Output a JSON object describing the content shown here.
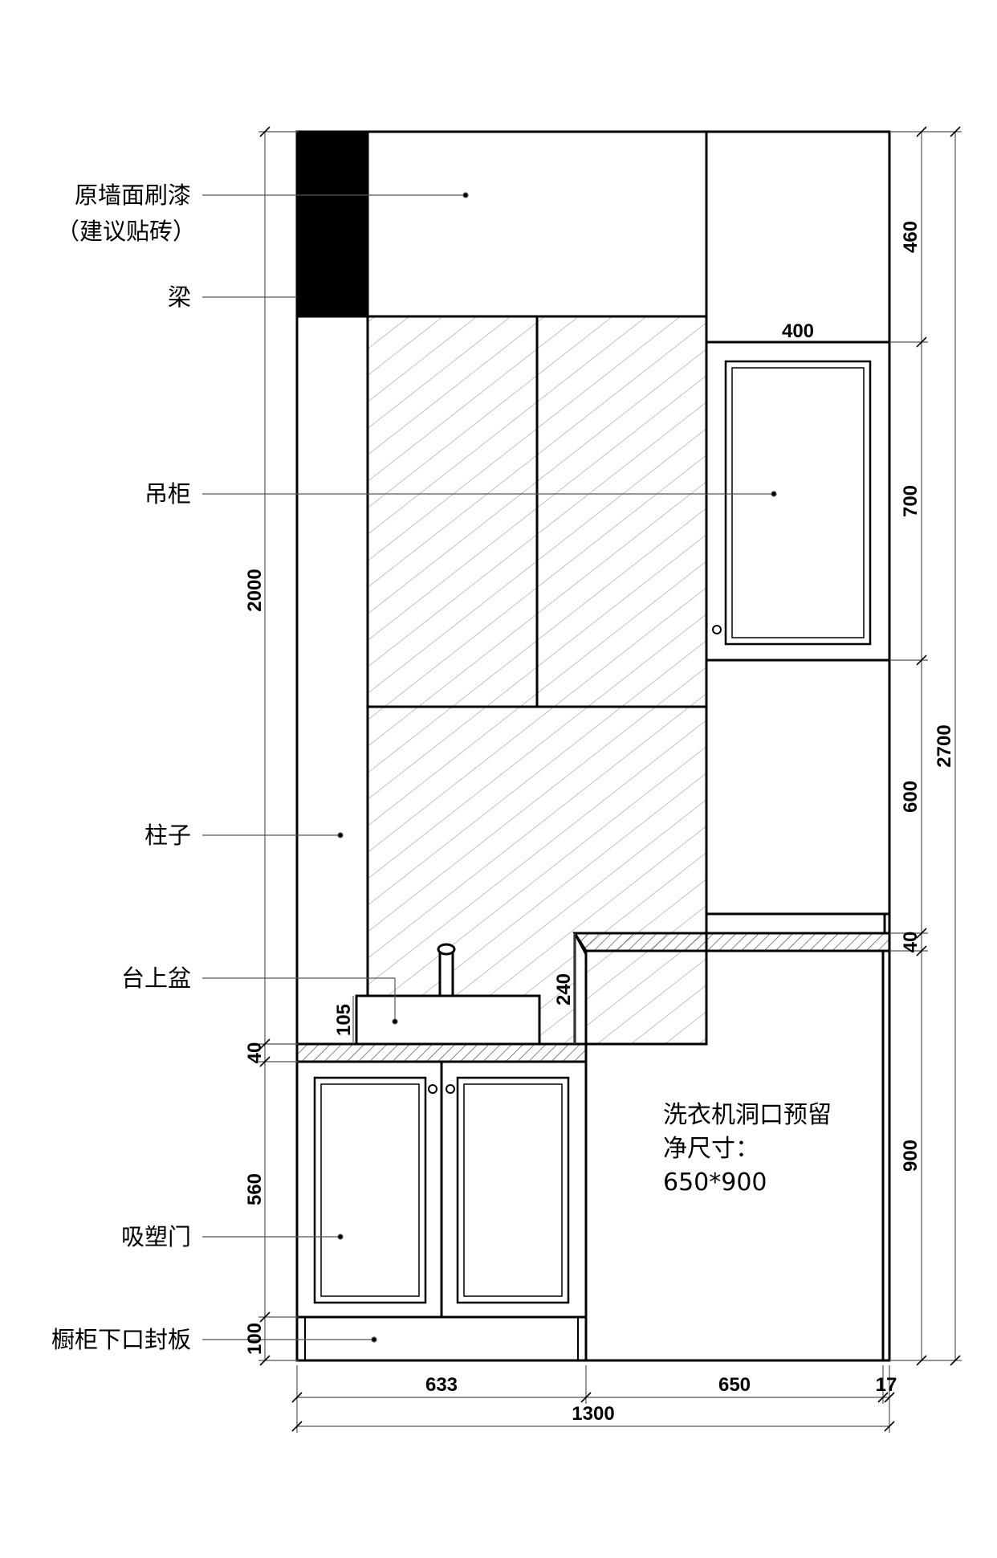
{
  "labels": {
    "wall_paint": "原墙面刷漆",
    "wall_paint_note": "（建议贴砖）",
    "beam": "梁",
    "wall_cabinet": "吊柜",
    "column": "柱子",
    "basin": "台上盆",
    "door": "吸塑门",
    "kick_plate": "橱柜下口封板"
  },
  "washer_note": {
    "line1": "洗衣机洞口预留",
    "line2": "净尺寸：",
    "line3": "650*900"
  },
  "dimensions": {
    "left_height_2000": "2000",
    "counter_40_left": "40",
    "basin_105": "105",
    "backsplash_240": "240",
    "cabinet_560": "560",
    "kick_100": "100",
    "top_460": "460",
    "tall_cab_width_400": "400",
    "tall_cab_700": "700",
    "right_600": "600",
    "counter_40_right": "40",
    "washer_900": "900",
    "total_2700": "2700",
    "width_633": "633",
    "width_650": "650",
    "width_17": "17",
    "total_width_1300": "1300"
  },
  "colors": {
    "line": "#000000",
    "beam_fill": "#000000",
    "hatch": "#9a9a9a",
    "dim_line": "#555555"
  }
}
